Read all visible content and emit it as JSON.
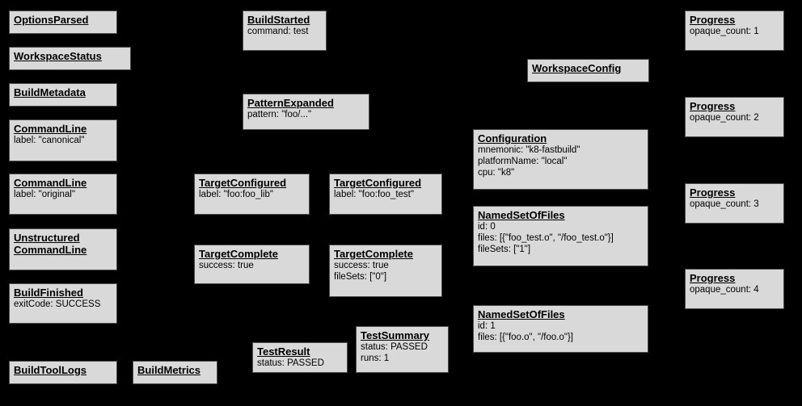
{
  "graph": {
    "background_color": "#000000",
    "node_fill_color": "#d9d9d9",
    "node_border_color": "#4d4d4d",
    "text_color": "#000000",
    "nodes": [
      {
        "title": "OptionsParsed",
        "fields": []
      },
      {
        "title": "WorkspaceStatus",
        "fields": []
      },
      {
        "title": "BuildMetadata",
        "fields": []
      },
      {
        "title": "CommandLine",
        "fields": [
          "label: \"canonical\""
        ]
      },
      {
        "title": "CommandLine",
        "fields": [
          "label: \"original\""
        ]
      },
      {
        "title": "Unstructured CommandLine",
        "fields": []
      },
      {
        "title": "BuildFinished",
        "fields": [
          "exitCode: SUCCESS"
        ]
      },
      {
        "title": "BuildToolLogs",
        "fields": []
      },
      {
        "title": "BuildMetrics",
        "fields": []
      },
      {
        "title": "BuildStarted",
        "fields": [
          "command: test"
        ]
      },
      {
        "title": "PatternExpanded",
        "fields": [
          "pattern: \"foo/...\""
        ]
      },
      {
        "title": "TargetConfigured",
        "fields": [
          "label: \"foo:foo_lib\""
        ]
      },
      {
        "title": "TargetConfigured",
        "fields": [
          "label: \"foo:foo_test\""
        ]
      },
      {
        "title": "TargetComplete",
        "fields": [
          "success: true"
        ]
      },
      {
        "title": "TargetComplete",
        "fields": [
          "success: true",
          "fileSets: [\"0\"]"
        ]
      },
      {
        "title": "TestResult",
        "fields": [
          "status: PASSED"
        ]
      },
      {
        "title": "TestSummary",
        "fields": [
          "status: PASSED",
          "runs: 1"
        ]
      },
      {
        "title": "WorkspaceConfig",
        "fields": []
      },
      {
        "title": "Configuration",
        "fields": [
          "mnemonic: \"k8-fastbuild\"",
          "platformName: \"local\"",
          "cpu: \"k8\""
        ]
      },
      {
        "title": "NamedSetOfFiles",
        "fields": [
          "id: 0",
          "files: [{\"foo_test.o\", \"/foo_test.o\"}]",
          "fileSets: [\"1\"]"
        ]
      },
      {
        "title": "NamedSetOfFiles",
        "fields": [
          "id: 1",
          "files: [{\"foo.o\", \"/foo.o\"}]"
        ]
      },
      {
        "title": "Progress",
        "fields": [
          "opaque_count: 1"
        ]
      },
      {
        "title": "Progress",
        "fields": [
          "opaque_count: 2"
        ]
      },
      {
        "title": "Progress",
        "fields": [
          "opaque_count: 3"
        ]
      },
      {
        "title": "Progress",
        "fields": [
          "opaque_count: 4"
        ]
      }
    ]
  }
}
